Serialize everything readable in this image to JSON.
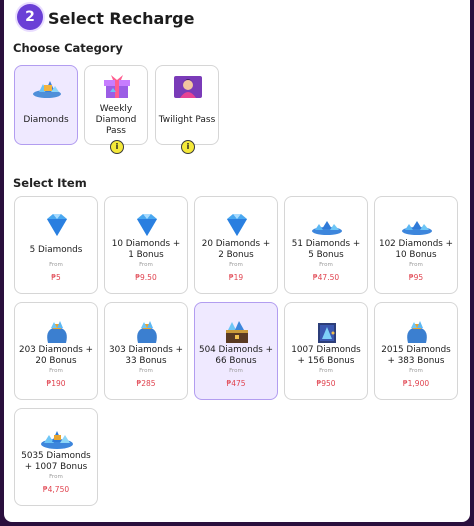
{
  "header": {
    "step": "2",
    "title": "Select Recharge"
  },
  "categories": {
    "label": "Choose Category",
    "items": [
      {
        "name": "Diamonds",
        "selected": true,
        "has_info": false,
        "icon": "diamond-pile-icon"
      },
      {
        "name": "Weekly Diamond Pass",
        "selected": false,
        "has_info": true,
        "icon": "gift-box-icon"
      },
      {
        "name": "Twilight Pass",
        "selected": false,
        "has_info": true,
        "icon": "hero-portrait-icon"
      }
    ],
    "info_glyph": "i"
  },
  "items_section": {
    "label": "Select Item",
    "from_label": "From",
    "items": [
      {
        "name": "5 Diamonds",
        "price": "₱5",
        "icon": "single-diamond-icon",
        "selected": false
      },
      {
        "name": "10 Diamonds + 1 Bonus",
        "price": "₱9.50",
        "icon": "single-diamond-icon",
        "selected": false
      },
      {
        "name": "20 Diamonds + 2 Bonus",
        "price": "₱19",
        "icon": "single-diamond-icon",
        "selected": false
      },
      {
        "name": "51 Diamonds + 5 Bonus",
        "price": "₱47.50",
        "icon": "diamond-cluster-icon",
        "selected": false
      },
      {
        "name": "102 Diamonds + 10 Bonus",
        "price": "₱95",
        "icon": "diamond-cluster-icon",
        "selected": false
      },
      {
        "name": "203 Diamonds + 20 Bonus",
        "price": "₱190",
        "icon": "diamond-bag-icon",
        "selected": false
      },
      {
        "name": "303 Diamonds + 33 Bonus",
        "price": "₱285",
        "icon": "diamond-bag-icon",
        "selected": false
      },
      {
        "name": "504 Diamonds + 66 Bonus",
        "price": "₱475",
        "icon": "diamond-chest-icon",
        "selected": true
      },
      {
        "name": "1007 Diamonds + 156 Bonus",
        "price": "₱950",
        "icon": "diamond-safe-icon",
        "selected": false
      },
      {
        "name": "2015 Diamonds + 383 Bonus",
        "price": "₱1,900",
        "icon": "diamond-bag-icon",
        "selected": false
      },
      {
        "name": "5035 Diamonds + 1007 Bonus",
        "price": "₱4,750",
        "icon": "diamond-pile-icon",
        "selected": false
      }
    ]
  },
  "colors": {
    "accent": "#6a3fd6",
    "selected_bg": "#efe9ff",
    "selected_border": "#b29df0",
    "price": "#e0434f",
    "frame": "#2a0f3d",
    "info_badge": "#f5e93a"
  }
}
